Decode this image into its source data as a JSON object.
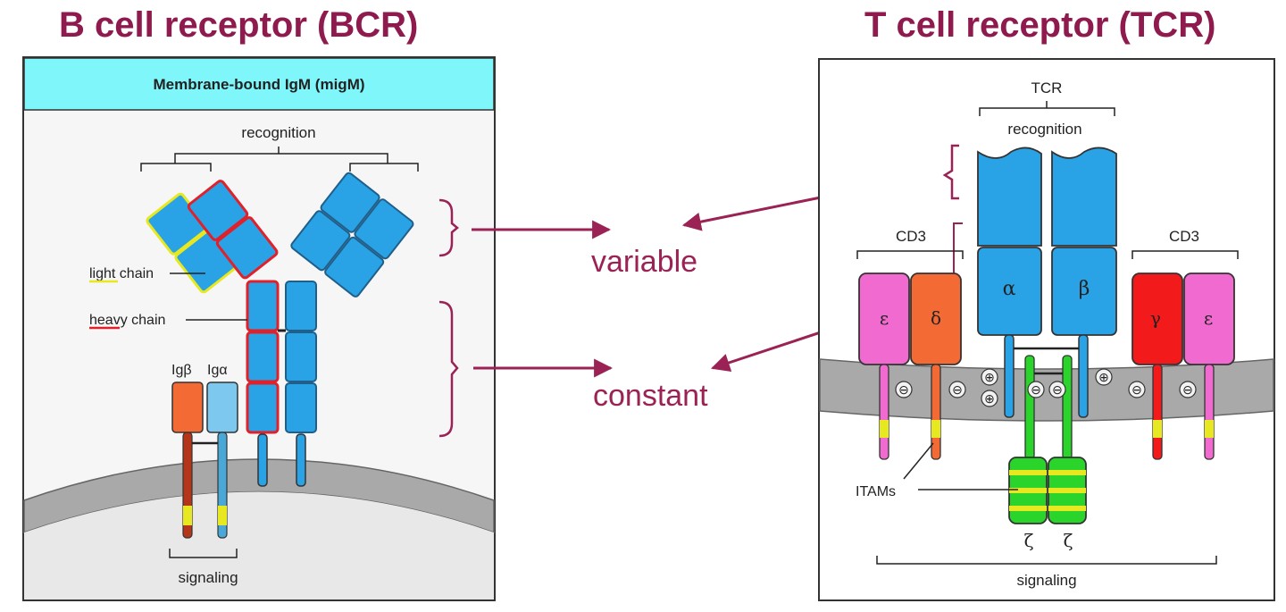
{
  "titles": {
    "bcr": "B cell receptor (BCR)",
    "tcr": "T cell receptor (TCR)"
  },
  "bcr_panel": {
    "banner": "Membrane-bound IgM (migM)",
    "recognition": "recognition",
    "light_chain": "light chain",
    "heavy_chain": "heavy chain",
    "ig_beta": "Igβ",
    "ig_alpha": "Igα",
    "signaling": "signaling"
  },
  "middle": {
    "variable": "variable",
    "constant": "constant"
  },
  "tcr_panel": {
    "tcr": "TCR",
    "recognition": "recognition",
    "cd3_left": "CD3",
    "cd3_right": "CD3",
    "epsilon_left": "ε",
    "delta": "δ",
    "alpha": "α",
    "beta": "β",
    "gamma": "γ",
    "epsilon_right": "ε",
    "itams": "ITAMs",
    "zeta_left": "ζ",
    "zeta_right": "ζ",
    "signaling": "signaling",
    "charges": [
      "⊖",
      "⊖",
      "⊕",
      "⊕",
      "⊖",
      "⊖",
      "⊕",
      "⊖",
      "⊖"
    ]
  },
  "colors": {
    "title": "#8e1a4e",
    "arrow": "#9a2255",
    "domain_blue": "#29a3e6",
    "heavy_outline": "#e0202a",
    "light_outline": "#e8e820",
    "banner_cyan": "#7ff6fa",
    "ig_beta": "#f36a35",
    "ig_alpha": "#7cc8ef",
    "epsilon": "#f06ad0",
    "delta": "#f36a35",
    "gamma": "#f21a1a",
    "zeta": "#2bd42b",
    "membrane": "#a9a9a9"
  }
}
